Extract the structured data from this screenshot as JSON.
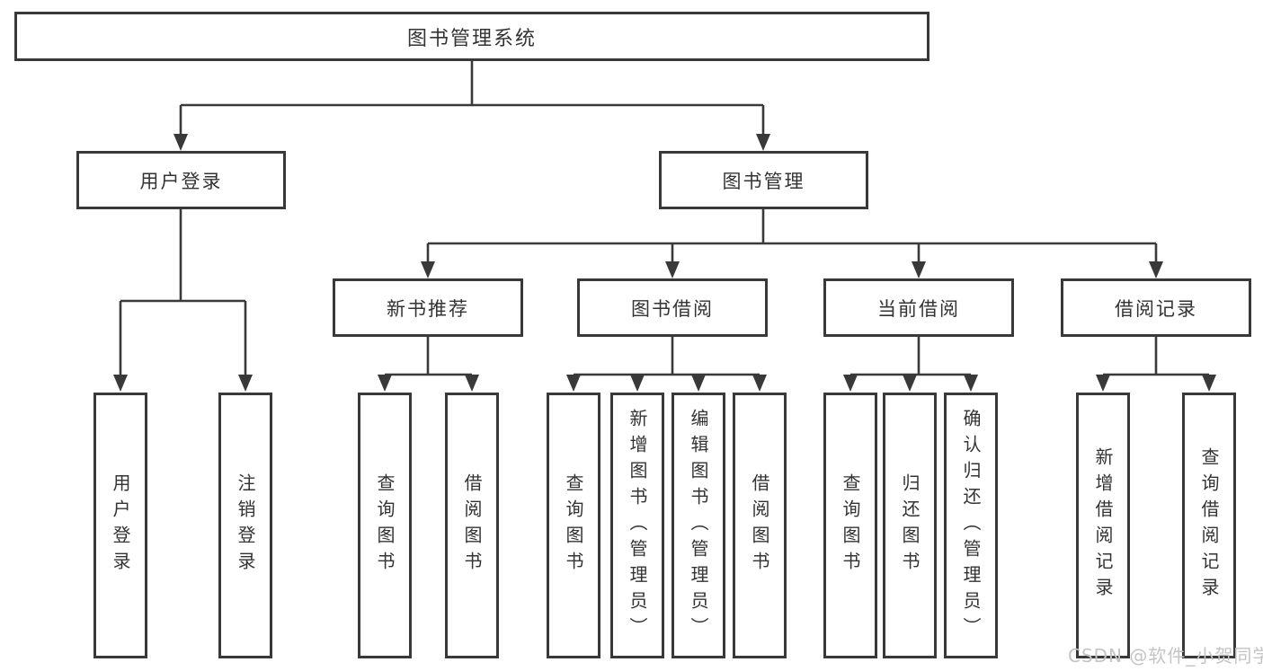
{
  "diagram": {
    "type": "hierarchy-tree",
    "root": {
      "label": "图书管理系统"
    },
    "level2": {
      "user_login": {
        "label": "用户登录"
      },
      "book_mgmt": {
        "label": "图书管理"
      }
    },
    "level3": {
      "new_book": {
        "label": "新书推荐"
      },
      "book_borrow": {
        "label": "图书借阅"
      },
      "current_borrow": {
        "label": "当前借阅"
      },
      "borrow_records": {
        "label": "借阅记录"
      }
    },
    "level4": {
      "user_login_leaf": {
        "label": "用户登录"
      },
      "logout_leaf": {
        "label": "注销登录"
      },
      "nb_query": {
        "label": "查询图书"
      },
      "nb_borrow": {
        "label": "借阅图书"
      },
      "bb_query": {
        "label": "查询图书"
      },
      "bb_add": {
        "label": "新增图书（管理员）"
      },
      "bb_edit": {
        "label": "编辑图书（管理员）"
      },
      "bb_borrow": {
        "label": "借阅图书"
      },
      "cb_query": {
        "label": "查询图书"
      },
      "cb_return": {
        "label": "归还图书"
      },
      "cb_confirm": {
        "label": "确认归还（管理员）"
      },
      "br_add": {
        "label": "新增借阅记录"
      },
      "br_query": {
        "label": "查询借阅记录"
      }
    },
    "edges": [
      {
        "from": "图书管理系统",
        "to": [
          "用户登录",
          "图书管理"
        ]
      },
      {
        "from": "用户登录",
        "to": [
          "用户登录",
          "注销登录"
        ]
      },
      {
        "from": "图书管理",
        "to": [
          "新书推荐",
          "图书借阅",
          "当前借阅",
          "借阅记录"
        ]
      },
      {
        "from": "新书推荐",
        "to": [
          "查询图书",
          "借阅图书"
        ]
      },
      {
        "from": "图书借阅",
        "to": [
          "查询图书",
          "新增图书（管理员）",
          "编辑图书（管理员）",
          "借阅图书"
        ]
      },
      {
        "from": "当前借阅",
        "to": [
          "查询图书",
          "归还图书",
          "确认归还（管理员）"
        ]
      },
      {
        "from": "借阅记录",
        "to": [
          "新增借阅记录",
          "查询借阅记录"
        ]
      }
    ]
  },
  "watermark": {
    "text": "CSDN @软件_小贺同学",
    "color": "#c4c4c4"
  },
  "colors": {
    "line": "#393939",
    "box_border": "#393939",
    "text": "#333333",
    "background": "#ffffff"
  }
}
